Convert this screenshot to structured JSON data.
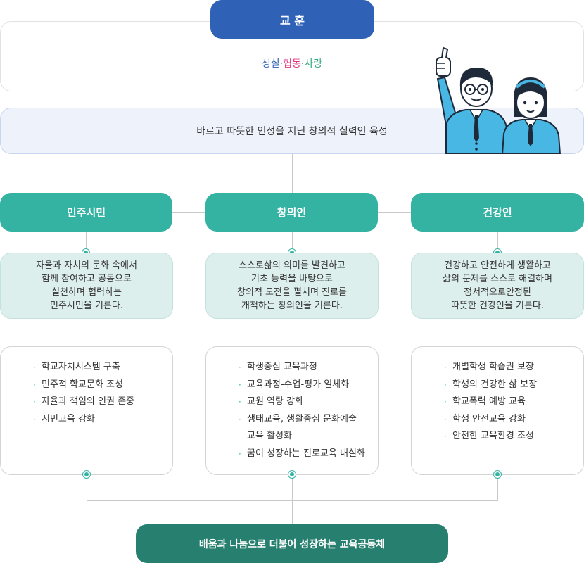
{
  "motto": {
    "title": "교 훈",
    "parts": [
      "성실",
      "협동",
      "사랑"
    ],
    "separator": "·",
    "colors": [
      "#2f62b6",
      "#e2377f",
      "#2ea67a"
    ]
  },
  "goal": {
    "text": "바르고 따뜻한 인성을 지닌 창의적 실력인 육성"
  },
  "columns": [
    {
      "title": "민주시민",
      "desc": [
        "자율과 자치의 문화 속에서",
        "함께 참여하고 공동으로",
        "실천하며 협력하는",
        "민주시민을 기른다."
      ],
      "items": [
        "학교자치시스템 구축",
        "민주적 학교문화 조성",
        "자율과 책임의 인권 존중",
        "시민교육 강화"
      ]
    },
    {
      "title": "창의인",
      "desc": [
        "스스로삶의 의미를 발견하고",
        "기초 능력을 바탕으로",
        "창의적 도전을 펼치며 진로를",
        "개척하는 창의인을 기른다."
      ],
      "items": [
        "학생중심 교육과정",
        "교육과정-수업-평가 일체화",
        "교원 역량 강화",
        "생태교육, 생활중심 문화예술|교육 활성화",
        "꿈이 성장하는 진로교육 내실화"
      ]
    },
    {
      "title": "건강인",
      "desc": [
        "건강하고 안전하게 생활하고",
        "삶의 문제를 스스로 해결하며",
        "정서적으로안정된",
        "따뜻한 건강인을 기른다."
      ],
      "items": [
        "개별학생 학습권 보장",
        "학생의 건강한 삶 보장",
        "학교폭력 예방 교육",
        "학생 안전교육 강화",
        "안전한 교육환경 조성"
      ]
    }
  ],
  "vision": {
    "text": "배움과 나눔으로 더불어 성장하는 교육공동체"
  },
  "accent_colors": {
    "primary_blue": "#2f62b6",
    "teal": "#35b3a2",
    "dark_teal": "#27806f"
  }
}
